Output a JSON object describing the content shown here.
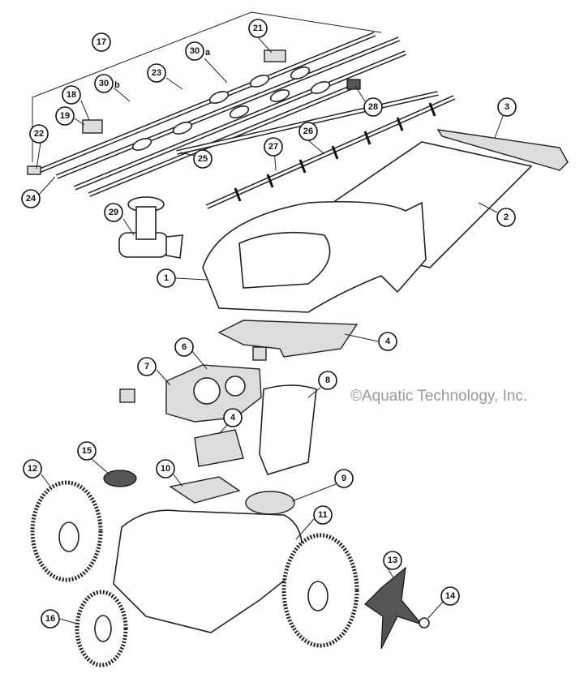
{
  "watermark": "©Aquatic Technology, Inc.",
  "callouts": [
    "17",
    "21",
    "30",
    "23",
    "30",
    "18",
    "19",
    "22",
    "24",
    "28",
    "3",
    "26",
    "27",
    "25",
    "2",
    "29",
    "1",
    "4",
    "6",
    "7",
    "8",
    "4",
    "9",
    "10",
    "15",
    "12",
    "11",
    "13",
    "14",
    "16"
  ],
  "suffixes": {
    "a": "a",
    "b": "b"
  }
}
